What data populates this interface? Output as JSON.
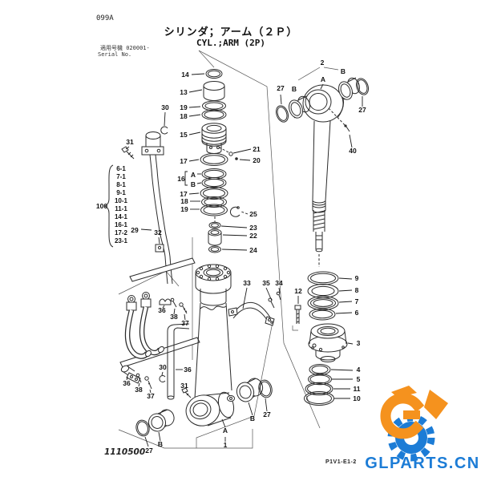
{
  "page": {
    "doc_code": "099A",
    "title_jp": "シリンダ；アーム（２Ｐ）",
    "title_en": "CYL.;ARM (2P)",
    "serial_label_jp": "適用号機  020001-",
    "serial_label_en": "Serial No.",
    "figure_number": "1110500",
    "page_code": "P1V1-E1-2"
  },
  "watermark": {
    "text": "GLPARTS.CN",
    "orange": "#F5921E",
    "blue": "#1C7CD6"
  },
  "colors": {
    "line": "#2b2b2b",
    "label": "#111111"
  },
  "parts_group": {
    "group_number": "100",
    "items": [
      "6-1",
      "7-1",
      "8-1",
      "9-1",
      "10-1",
      "11-1",
      "14-1",
      "16-1",
      "17-2",
      "23-1"
    ]
  },
  "callouts": {
    "c14": "14",
    "c13": "13",
    "c19_top": "19",
    "c18_top": "18",
    "c15": "15",
    "c30_top": "30",
    "c31_top": "31",
    "c21": "21",
    "c20": "20",
    "c17_upper": "17",
    "c16": "16",
    "c16_a": "A",
    "c16_b": "B",
    "c17_lower": "17",
    "c18_lower": "18",
    "c19_lower": "19",
    "c25": "25",
    "c23": "23",
    "c22": "22",
    "c24": "24",
    "c29": "29",
    "c32": "32",
    "c2": "2",
    "c2_b_left": "B",
    "c2_a": "A",
    "c2_b_right": "B",
    "c27_rod_left": "27",
    "c27_rod_right": "27",
    "c40": "40",
    "c9": "9",
    "c8": "8",
    "c7": "7",
    "c6": "6",
    "c12": "12",
    "c3": "3",
    "c4": "4",
    "c5": "5",
    "c11": "11",
    "c10": "10",
    "c33": "33",
    "c35": "35",
    "c34": "34",
    "c36_clamp": "36",
    "c38_clamp": "38",
    "c37_clamp": "37",
    "c30_bottom": "30",
    "c36_pipe": "36",
    "c31_bottom": "31",
    "c36_elbow": "36",
    "c38_elbow": "38",
    "c37_elbow": "37",
    "c27_base_left": "27",
    "cB_base_left": "B",
    "cA_base": "A",
    "c1": "1",
    "cB_base_right": "B",
    "c27_base_right": "27"
  }
}
